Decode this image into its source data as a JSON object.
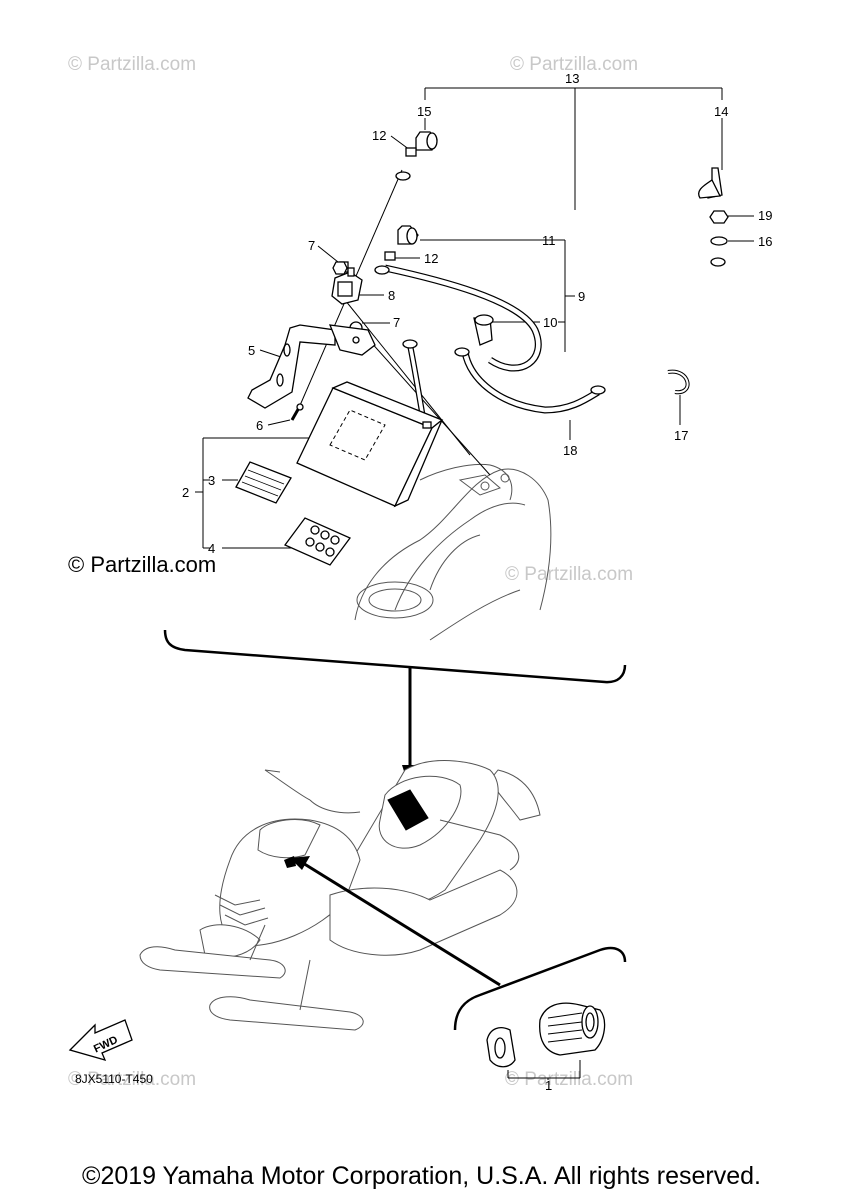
{
  "watermarks": {
    "faint_1": "© Partzilla.com",
    "faint_2": "© Partzilla.com",
    "faint_3": "© Partzilla.com",
    "faint_4": "© Partzilla.com",
    "faint_5": "© Partzilla.com",
    "bold": "© Partzilla.com"
  },
  "callouts": {
    "c1": "1",
    "c2": "2",
    "c3": "3",
    "c4": "4",
    "c5": "5",
    "c6": "6",
    "c7a": "7",
    "c7b": "7",
    "c8": "8",
    "c9": "9",
    "c10": "10",
    "c11": "11",
    "c12a": "12",
    "c12b": "12",
    "c13": "13",
    "c14": "14",
    "c15": "15",
    "c16": "16",
    "c17": "17",
    "c18": "18",
    "c19": "19"
  },
  "fwd_label": "FWD",
  "part_code": "8JX5110-T450",
  "copyright": "©2019 Yamaha Motor Corporation, U.S.A. All rights reserved."
}
